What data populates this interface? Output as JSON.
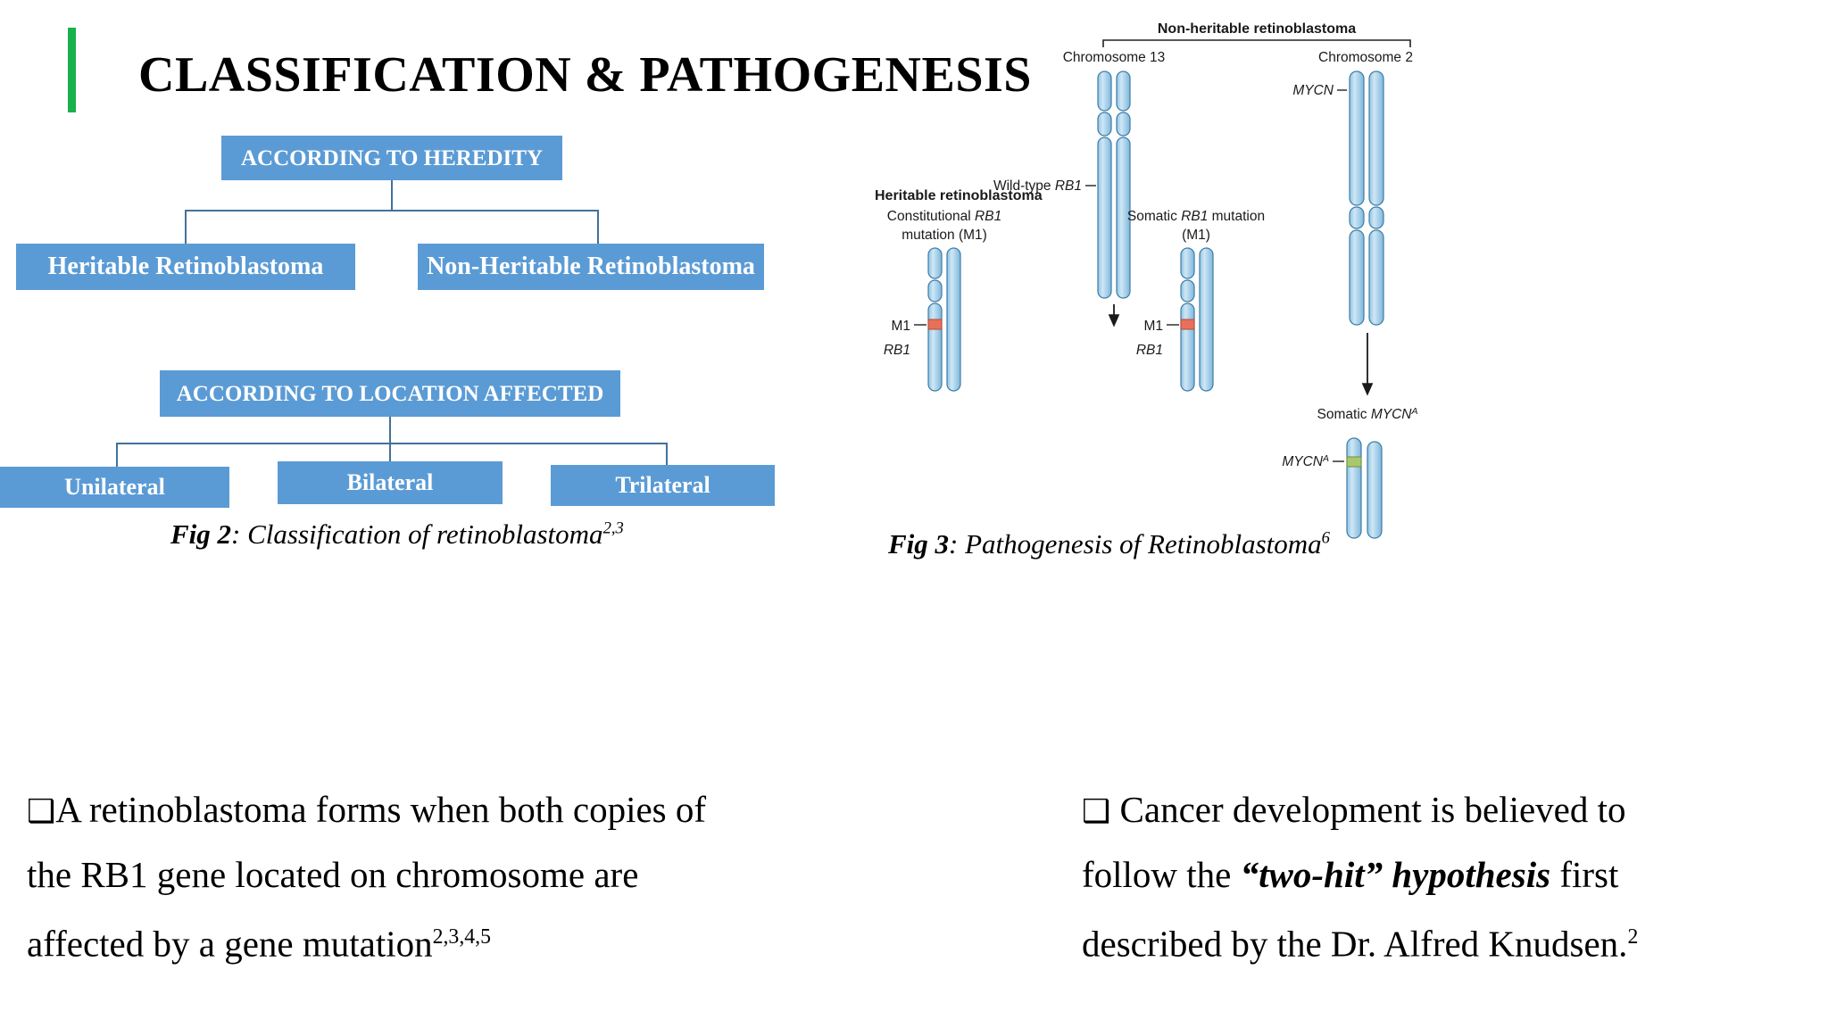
{
  "slide": {
    "title": "CLASSIFICATION & PATHOGENESIS",
    "accent_color": "#18B14B",
    "node_color": "#5B9BD5",
    "connector_color": "#41719C"
  },
  "fig2": {
    "nodes": {
      "heredity": "ACCORDING TO HEREDITY",
      "heritable": "Heritable Retinoblastoma",
      "non_heritable": "Non-Heritable Retinoblastoma",
      "location": "ACCORDING TO LOCATION AFFECTED",
      "unilateral": "Unilateral",
      "bilateral": "Bilateral",
      "trilateral": "Trilateral"
    },
    "caption": {
      "label": "Fig 2",
      "separator": ":  ",
      "text": "Classification of retinoblastoma",
      "superscript": "2,3"
    }
  },
  "fig3": {
    "caption": {
      "label": "Fig 3",
      "separator": ":  ",
      "text": "Pathogenesis of Retinoblastoma",
      "superscript": "6"
    },
    "labels": {
      "non_heritable_header": "Non-heritable retinoblastoma",
      "chromosome_13": "Chromosome 13",
      "chromosome_2": "Chromosome 2",
      "mycn": "MYCN",
      "wild_type_rb1": "Wild-type RB1",
      "heritable_header": "Heritable retinoblastoma",
      "constitutional_line1": "Constitutional  RB1",
      "constitutional_line2": "mutation (M1)",
      "somatic_rb1_line1": "Somatic RB1 mutation",
      "somatic_rb1_line2": "(M1)",
      "m1_left": "M1",
      "rb1_left": "RB1",
      "m1_mid": "M1",
      "rb1_mid": "RB1",
      "somatic_mycn": "Somatic MYCN",
      "somatic_mycn_sup": "A",
      "mycn_a": "MYCN",
      "mycn_a_sup": "A"
    },
    "colors": {
      "chromosome_fill": "#AFD4EA",
      "chromosome_stroke": "#3E7CA6",
      "m1_band": "#E8705A",
      "mycn_band": "#A7C96B"
    }
  },
  "body": {
    "left": {
      "bullet": "❑",
      "line1": "A retinoblastoma forms when both copies of",
      "line2": "the RB1 gene located on chromosome are",
      "line3": "affected by a gene mutation",
      "superscript": "2,3,4,5"
    },
    "right": {
      "bullet": "❑",
      "line1_a": " Cancer development is believed to",
      "line2_a": "follow the ",
      "line2_bold": "“two-hit” hypothesis",
      "line2_b": " first",
      "line3": "described by the Dr. Alfred Knudsen.",
      "superscript": "2"
    }
  }
}
